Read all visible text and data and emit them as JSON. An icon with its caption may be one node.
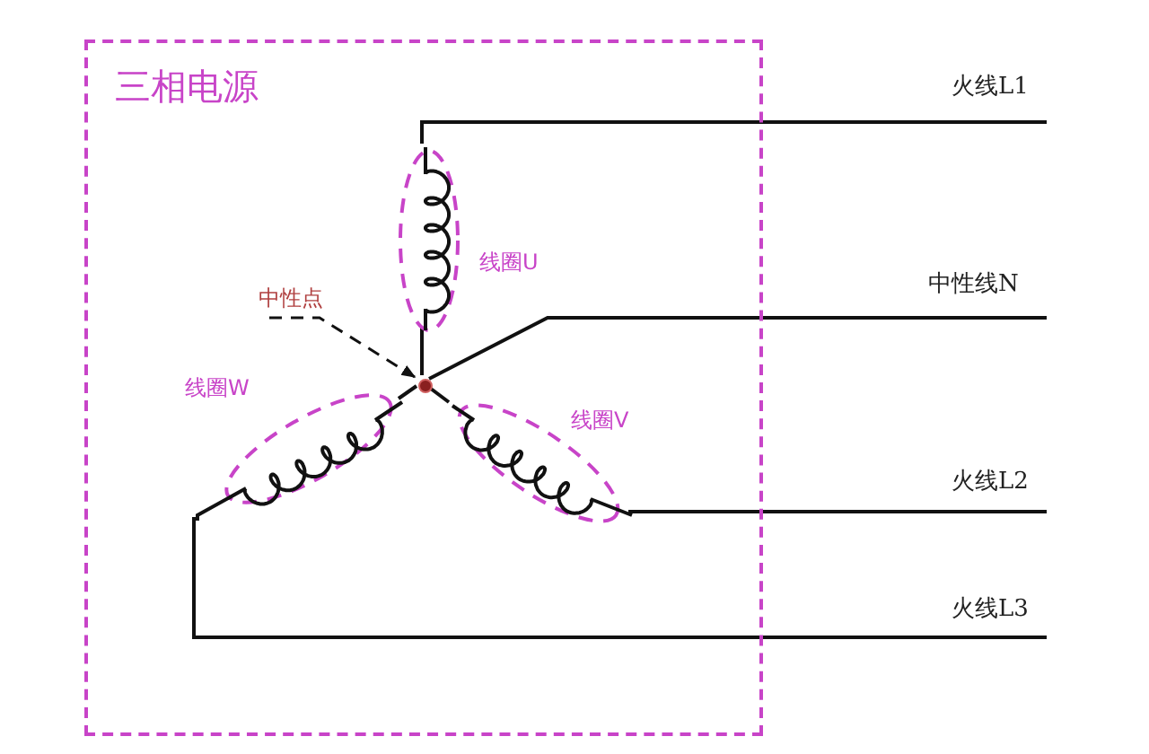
{
  "diagram": {
    "nodes": [
      {
        "text": [
          "三相电源"
        ]
      },
      {
        "text": [
          "线圈U"
        ],
        "in": 0
      },
      {
        "text": [
          "线圈V"
        ],
        "in": 0
      },
      {
        "text": [
          "线圈W"
        ],
        "in": 0
      },
      {
        "text": [],
        "shape": "circle",
        "in": 0
      },
      {
        "text": [
          "中性点"
        ],
        "in": 0
      },
      {
        "text": [
          "火线L1"
        ]
      },
      {
        "text": [
          "中性线N"
        ]
      },
      {
        "text": [
          "火线L2"
        ]
      },
      {
        "text": [
          "火线L3"
        ]
      }
    ],
    "edges": [
      {
        "from": 5,
        "to": 4,
        "arrow": "to",
        "style": "dashed"
      },
      {
        "from": 4,
        "to": 1,
        "arrow": "none"
      },
      {
        "from": 4,
        "to": 2,
        "arrow": "none"
      },
      {
        "from": 4,
        "to": 3,
        "arrow": "none"
      },
      {
        "from": 1,
        "to": 6,
        "arrow": "none"
      },
      {
        "from": 4,
        "to": 7,
        "arrow": "none"
      },
      {
        "from": 2,
        "to": 8,
        "arrow": "none"
      },
      {
        "from": 3,
        "to": 9,
        "arrow": "none"
      }
    ]
  }
}
